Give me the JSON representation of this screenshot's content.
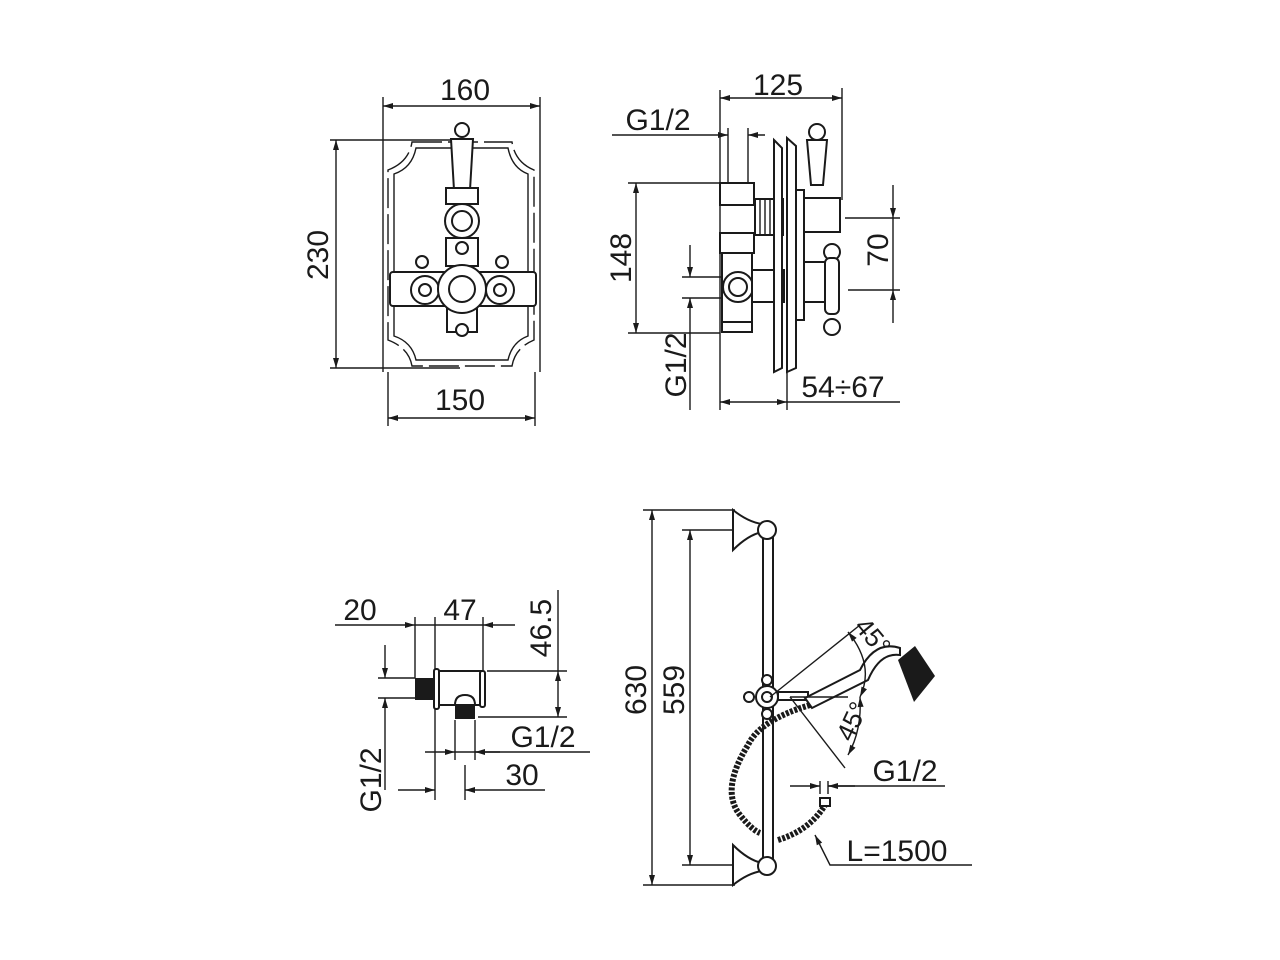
{
  "drawing": {
    "front_view": {
      "width_top": "160",
      "width_bottom": "150",
      "height": "230"
    },
    "side_view": {
      "depth": "125",
      "inlet_top": "G1/2",
      "height": "148",
      "spacing": "70",
      "inlet_bottom": "G1/2",
      "wall_range": "54÷67"
    },
    "wall_elbow": {
      "dim_a": "20",
      "dim_b": "47",
      "height": "46.5",
      "outlet": "G1/2",
      "offset": "30",
      "inlet": "G1/2"
    },
    "slide_rail": {
      "total_length": "630",
      "bracket_spacing": "559",
      "angle_up": "45°",
      "angle_down": "45°",
      "hose_thread": "G1/2",
      "hose_length": "L=1500"
    }
  }
}
